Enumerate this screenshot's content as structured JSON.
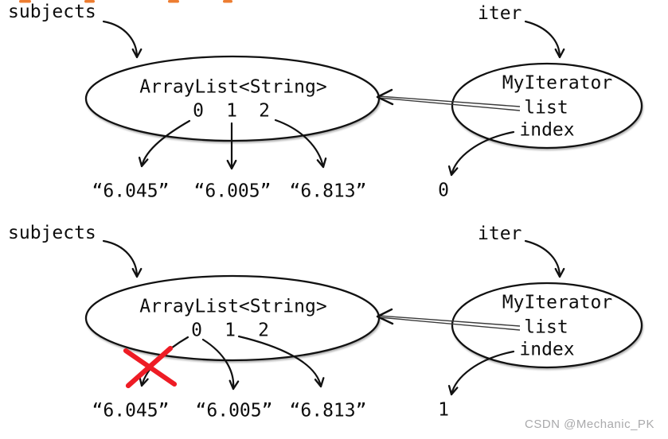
{
  "watermark": "CSDN @Mechanic_PK",
  "colors": {
    "stroke": "#111111",
    "cross_red": "#ee1c25",
    "orange_fragment": "#ed7d31",
    "watermark_gray": "#a9a9ab"
  },
  "diagrams": [
    {
      "state": "before-removal",
      "var_label": "subjects",
      "class_name": "ArrayList<String>",
      "indices": [
        "0",
        "1",
        "2"
      ],
      "values": [
        "“6.045”",
        "“6.005”",
        "“6.813”"
      ],
      "iter_label": "iter",
      "iterator_class": "MyIterator",
      "field_list": "list",
      "field_index": "index",
      "index_value": "0",
      "crossed_out_reference": false
    },
    {
      "state": "after-removal",
      "var_label": "subjects",
      "class_name": "ArrayList<String>",
      "indices": [
        "0",
        "1",
        "2"
      ],
      "values": [
        "“6.045”",
        "“6.005”",
        "“6.813”"
      ],
      "iter_label": "iter",
      "iterator_class": "MyIterator",
      "field_list": "list",
      "field_index": "index",
      "index_value": "1",
      "crossed_out_reference": true
    }
  ]
}
